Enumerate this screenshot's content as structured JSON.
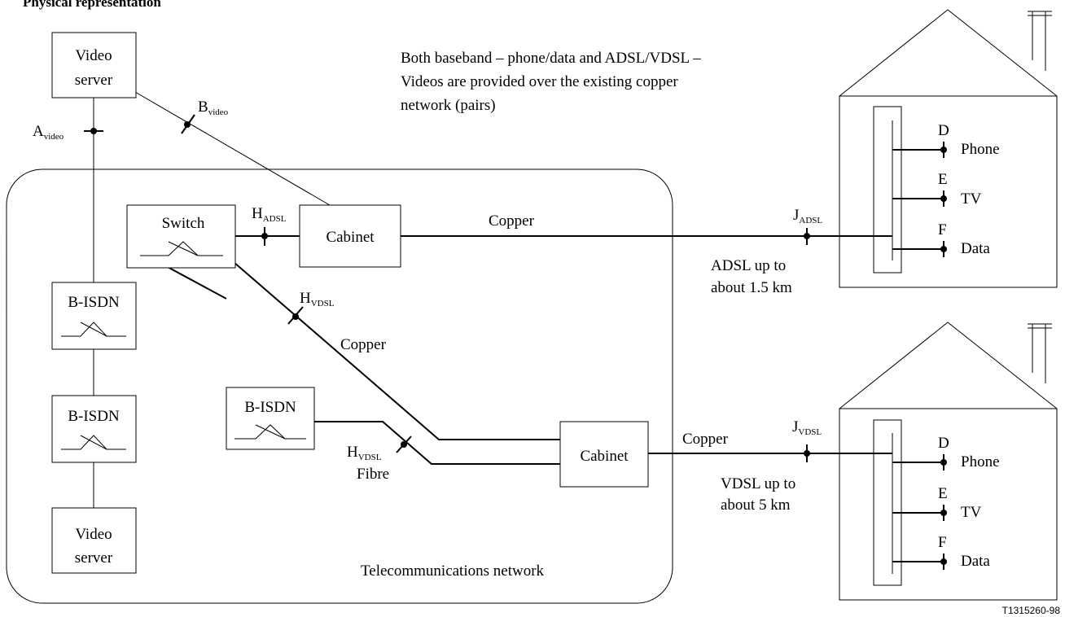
{
  "header": "Physical representation",
  "note": [
    "Both baseband – phone/data and ADSL/VDSL –",
    "Videos are provided over the existing copper",
    "network (pairs)"
  ],
  "video_server": [
    "Video",
    "server"
  ],
  "switch_label": "Switch",
  "cabinet_label": "Cabinet",
  "bisdn_label": "B-ISDN",
  "copper_label": "Copper",
  "fibre_label": "Fibre",
  "network_label": "Telecommunications network",
  "ref_points": {
    "a_video": {
      "main": "A",
      "sub": "video"
    },
    "b_video": {
      "main": "B",
      "sub": "video"
    },
    "h_adsl": {
      "main": "H",
      "sub": "ADSL"
    },
    "h_vdsl": {
      "main": "H",
      "sub": "VDSL"
    },
    "j_adsl": {
      "main": "J",
      "sub": "ADSL"
    },
    "j_vdsl": {
      "main": "J",
      "sub": "VDSL"
    }
  },
  "adsl_range": [
    "ADSL up to",
    "about 1.5 km"
  ],
  "vdsl_range": [
    "VDSL up to",
    "about 5 km"
  ],
  "terminals": [
    {
      "letter": "D",
      "name": "Phone"
    },
    {
      "letter": "E",
      "name": "TV"
    },
    {
      "letter": "F",
      "name": "Data"
    }
  ],
  "figure_code": "T1315260-98"
}
